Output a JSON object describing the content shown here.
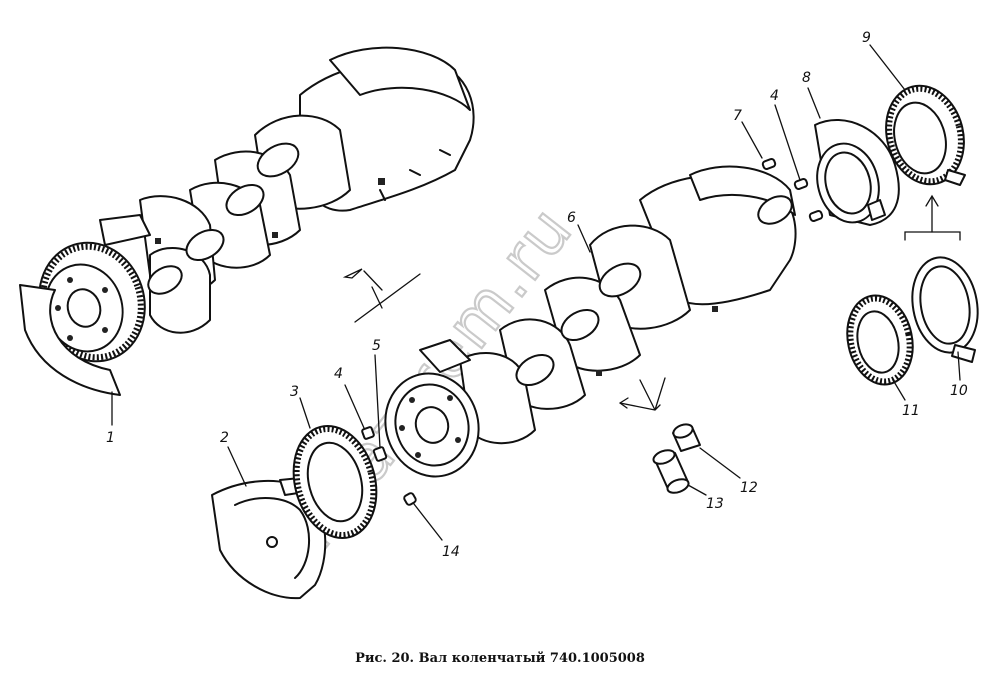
{
  "watermark": "kamaz-rem.ru",
  "caption": "Рис. 20. Вал коленчатый 740.1005008",
  "callouts": [
    "1",
    "2",
    "3",
    "4",
    "4",
    "5",
    "6",
    "7",
    "8",
    "9",
    "10",
    "11",
    "12",
    "13",
    "14"
  ]
}
